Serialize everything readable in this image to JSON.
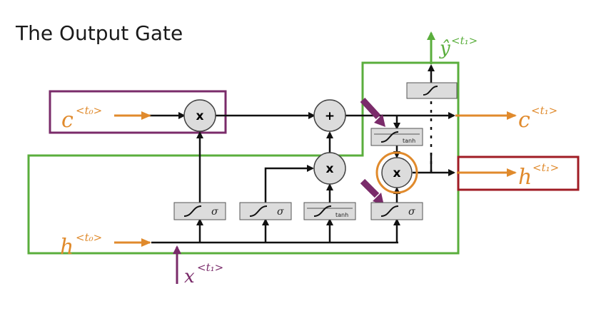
{
  "title": "The Output Gate",
  "labels": {
    "c_prev": {
      "base": "c",
      "sup": "<t₀>"
    },
    "h_prev": {
      "base": "h",
      "sup": "<t₀>"
    },
    "x_input": {
      "base": "x",
      "sup": "<t₁>"
    },
    "c_next": {
      "base": "c",
      "sup": "<t₁>"
    },
    "h_next": {
      "base": "h",
      "sup": "<t₁>"
    },
    "y_hat": {
      "base": "ŷ",
      "sup": "<t₁>"
    }
  },
  "operators": {
    "multiply": "x",
    "add": "+"
  },
  "gates": {
    "sigma": "σ",
    "tanh": "tanh"
  },
  "colors": {
    "orange": "#e08a2c",
    "purple": "#7a2b6a",
    "green": "#5aae3c",
    "dark_red": "#a01c24",
    "line": "#111111",
    "gate_fill": "#dcdcdc"
  }
}
